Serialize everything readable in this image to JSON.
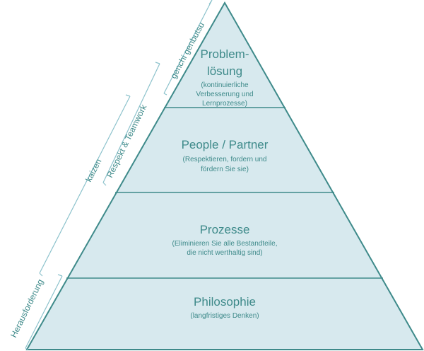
{
  "levels": [
    {
      "title_lines": [
        "Problem-",
        "lösung"
      ],
      "sub_lines": [
        "(kontinuierliche",
        "Verbesserung und",
        "Lernprozesse)"
      ]
    },
    {
      "title_lines": [
        "People / Partner"
      ],
      "sub_lines": [
        "(Respektieren, fordern und",
        "fördern Sie sie)"
      ]
    },
    {
      "title_lines": [
        "Prozesse"
      ],
      "sub_lines": [
        "(Eliminieren Sie alle Bestandteile,",
        "die nicht werthaltig sind)"
      ]
    },
    {
      "title_lines": [
        "Philosophie"
      ],
      "sub_lines": [
        "(langfristiges Denken)"
      ]
    }
  ],
  "side_labels": {
    "genchi": "genchi genbutsu",
    "respekt": "Respekt & Teamwork",
    "kaizen": "kaizen",
    "herausforderung": "Herausforderung"
  },
  "colors": {
    "fill": "#d7e9ee",
    "stroke": "#3e8a8a",
    "text": "#3e8a8a",
    "bracket": "#8cc2cc"
  }
}
